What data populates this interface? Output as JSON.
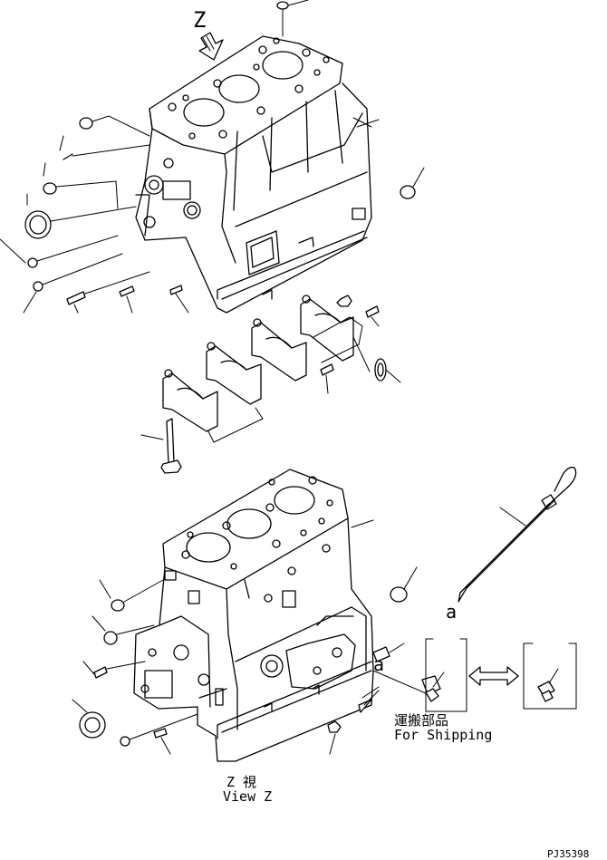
{
  "view_z_letter": "Z",
  "view_z_caption_jp": "Z 視",
  "view_z_caption_en": "View Z",
  "ref_a_1": "a",
  "ref_a_2": "a",
  "shipping_jp": "運搬部品",
  "shipping_en": "For Shipping",
  "drawing_code": "PJ35398"
}
